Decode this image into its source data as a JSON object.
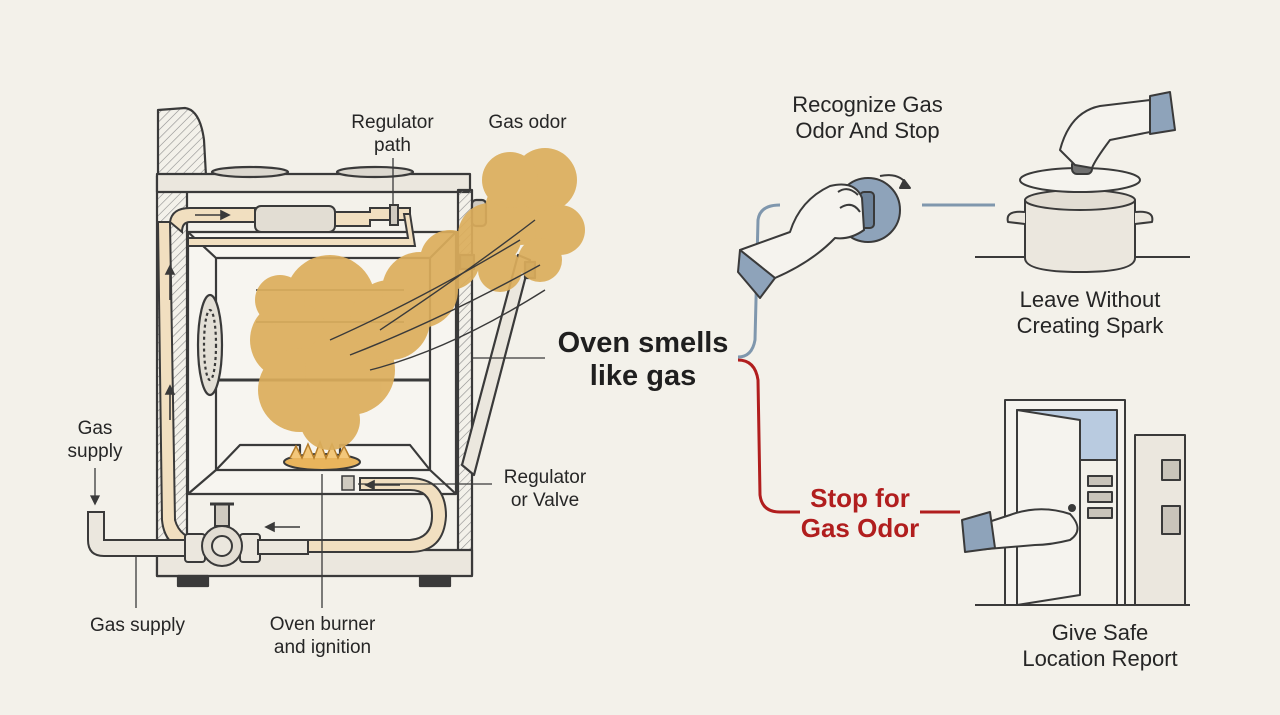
{
  "labels": {
    "regulator_path": "Regulator\npath",
    "gas_odor": "Gas odor",
    "gas_supply_top": "Gas\nsupply",
    "gas_supply_bottom": "Gas supply",
    "oven_burner": "Oven burner\nand ignition",
    "regulator_valve": "Regulator\nor Valve",
    "center_title": "Oven smells\nlike gas",
    "recognize": "Recognize Gas\nOdor And Stop",
    "leave": "Leave Without\nCreating Spark",
    "stop": "Stop for\nGas Odor",
    "give": "Give Safe\nLocation Report"
  },
  "colors": {
    "gas_cloud": "#dcae5c",
    "ink": "#3a3a3a",
    "pipe_fill": "#f1dfc0",
    "blue_branch": "#7f97ad",
    "red_branch": "#b11e1e",
    "door_sky": "#b9cbe0"
  }
}
